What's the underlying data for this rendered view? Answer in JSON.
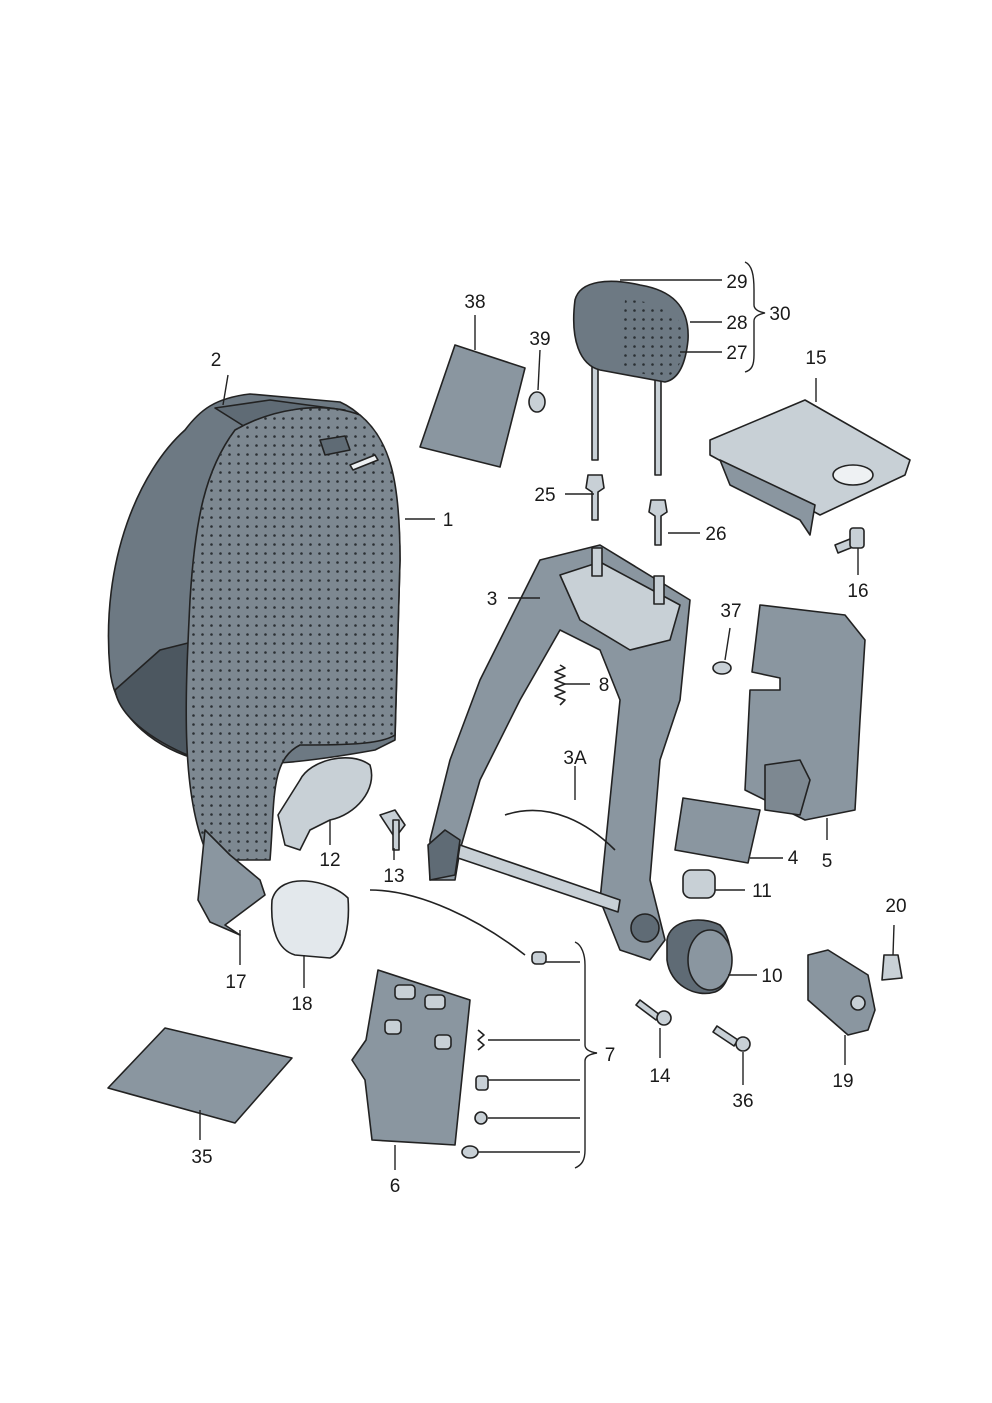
{
  "labels": {
    "l1": "1",
    "l2": "2",
    "l3": "3",
    "l3a": "3A",
    "l4": "4",
    "l5": "5",
    "l6": "6",
    "l7": "7",
    "l8": "8",
    "l10": "10",
    "l11": "11",
    "l12": "12",
    "l13": "13",
    "l14": "14",
    "l15": "15",
    "l16": "16",
    "l17": "17",
    "l18": "18",
    "l19": "19",
    "l20": "20",
    "l25": "25",
    "l26": "26",
    "l27": "27",
    "l28": "28",
    "l29": "29",
    "l30": "30",
    "l35": "35",
    "l36": "36",
    "l37": "37",
    "l38": "38",
    "l39": "39"
  },
  "colors": {
    "background": "#ffffff",
    "part_fill": "#8a96a0",
    "part_dark": "#5f6b75",
    "part_light": "#c8d0d6",
    "outline": "#222222"
  }
}
